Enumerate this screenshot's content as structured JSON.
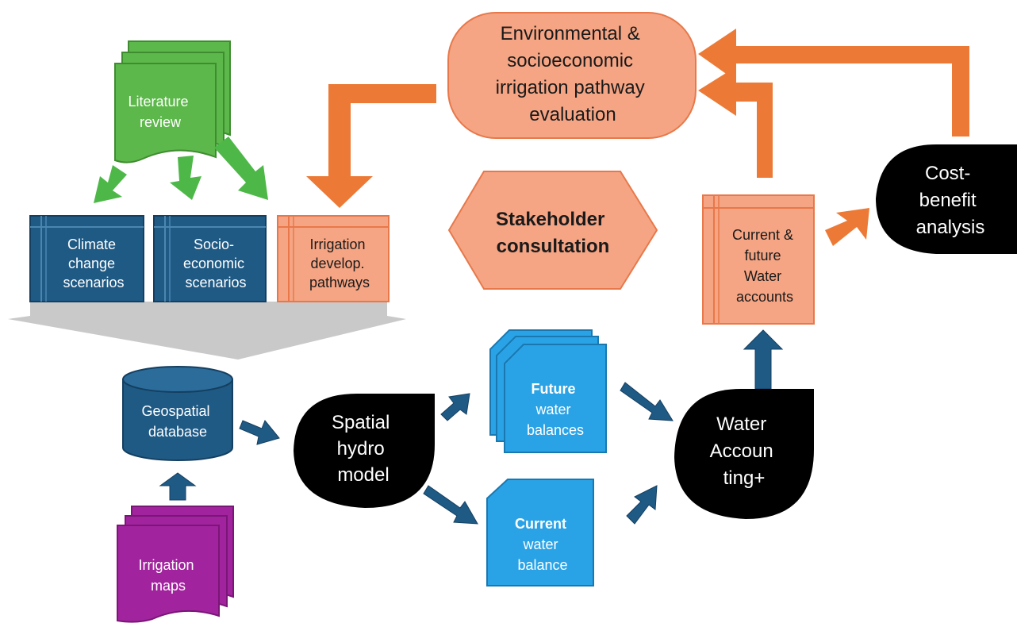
{
  "nodes": {
    "literature_review": [
      "Literature",
      "review"
    ],
    "climate_change": [
      "Climate",
      "change",
      "scenarios"
    ],
    "socio_economic": [
      "Socio-",
      "economic",
      "scenarios"
    ],
    "irrigation_pathways": [
      "Irrigation",
      "develop.",
      "pathways"
    ],
    "evaluation": [
      "Environmental &",
      "socioeconomic",
      "irrigation pathway",
      "evaluation"
    ],
    "stakeholder": [
      "Stakeholder",
      "consultation"
    ],
    "water_accounts": [
      "Current &",
      "future",
      "Water",
      "accounts"
    ],
    "cost_benefit": [
      "Cost-",
      "benefit",
      "analysis"
    ],
    "geospatial": [
      "Geospatial",
      "database"
    ],
    "irrigation_maps": [
      "Irrigation",
      "maps"
    ],
    "spatial_model": [
      "Spatial",
      "hydro",
      "model"
    ],
    "future_balances": [
      "Future",
      "water",
      "balances"
    ],
    "current_balance": [
      "Current",
      "water",
      "balance"
    ],
    "water_accounting": [
      "Water",
      "Accoun",
      "ting+"
    ]
  },
  "colors": {
    "green": "#5cb84a",
    "green_edge": "#3f8c30",
    "navy": "#1f5a85",
    "navy_edge": "#143f60",
    "salmon": "#f5a584",
    "salmon_edge": "#e8784a",
    "orange_arrow": "#ec7a36",
    "gray_arrow": "#c8c8c8",
    "sky": "#2aa3e6",
    "purple": "#a2239e",
    "black": "#000000"
  }
}
